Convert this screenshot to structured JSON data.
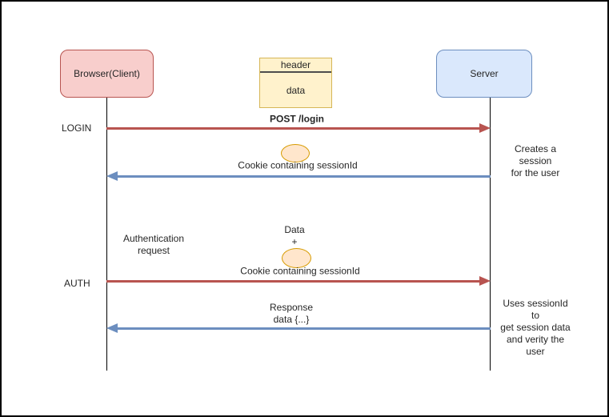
{
  "actors": {
    "browser": "Browser(Client)",
    "server": "Server"
  },
  "packet": {
    "header": "header",
    "data": "data"
  },
  "lanes": {
    "login": "LOGIN",
    "auth": "AUTH"
  },
  "messages": {
    "post_login": "POST /login",
    "cookie_response": "Cookie containing sessionId",
    "auth_request": "Authentication\nrequest",
    "data_plus": "Data\n+",
    "cookie_request": "Cookie containing sessionId",
    "response": "Response\ndata {...}"
  },
  "notes": {
    "creates_session": "Creates a session\nfor the user",
    "uses_session": "Uses sessionId to\nget session data\nand verity the user"
  },
  "colors": {
    "browser-fill": "#F8CECC",
    "browser-stroke": "#B85450",
    "server-fill": "#DAE8FC",
    "server-stroke": "#6C8EBF",
    "packet-fill": "#FFF2CC",
    "packet-stroke": "#D6B656",
    "cookie-fill": "#FFE6CC",
    "cookie-stroke": "#D79B00",
    "arrow-red": "#B85450",
    "arrow-blue": "#6C8EBF"
  }
}
